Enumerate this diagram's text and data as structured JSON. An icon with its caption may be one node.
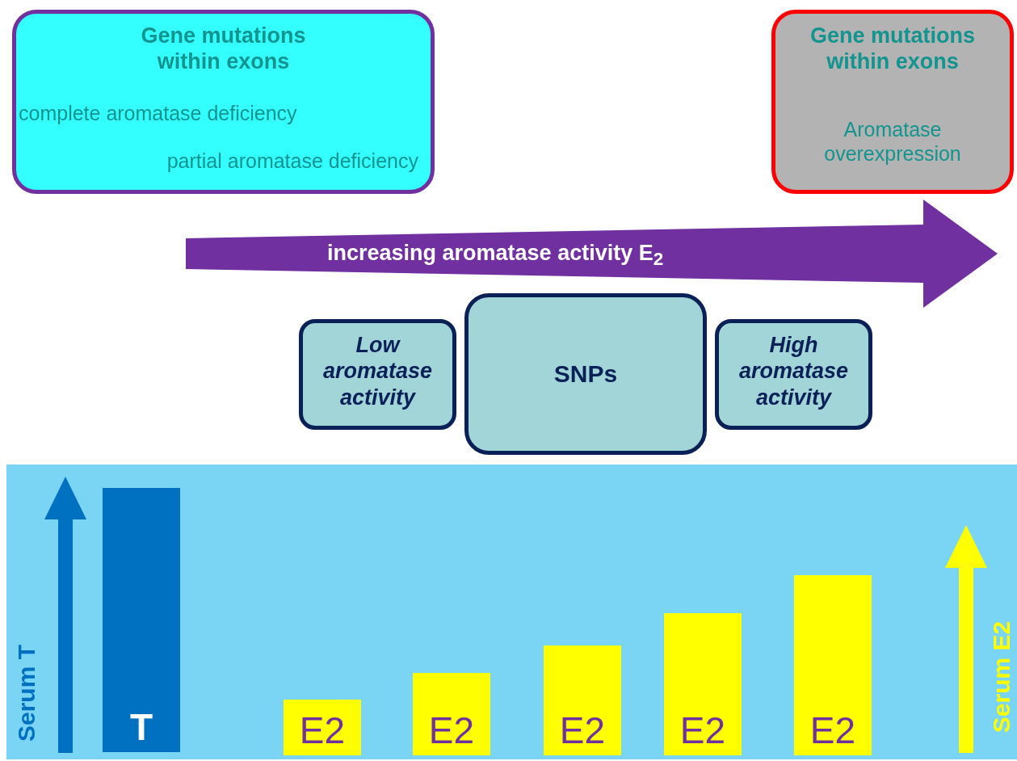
{
  "diagram": {
    "nodes": [
      {
        "text": [
          "Gene mutations within exons",
          "complete aromatase deficiency",
          "partial aromatase deficiency"
        ]
      },
      {
        "text": [
          "Gene mutations within exons",
          "Aromatase overexpression"
        ]
      },
      {
        "text": [
          "Low aromatase activity"
        ]
      },
      {
        "text": [
          "SNPs"
        ]
      },
      {
        "text": [
          "High aromatase activity"
        ]
      },
      {
        "text": [
          "T"
        ]
      },
      {
        "text": [
          "E2"
        ]
      },
      {
        "text": [
          "E2"
        ]
      },
      {
        "text": [
          "E2"
        ]
      },
      {
        "text": [
          "E2"
        ]
      },
      {
        "text": [
          "E2"
        ]
      }
    ],
    "edges": [],
    "labels": [
      "increasing aromatase activity E$_{2}$",
      "Serum T",
      "Serum E2"
    ]
  }
}
